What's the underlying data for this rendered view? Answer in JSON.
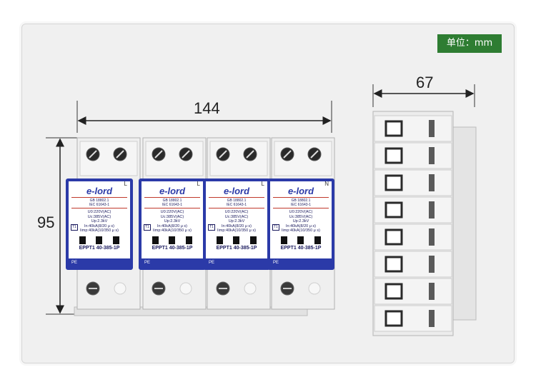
{
  "unit_badge": "单位：mm",
  "dimensions": {
    "width": "144",
    "height": "95",
    "depth": "67"
  },
  "modules": [
    {
      "phase": "L",
      "brand": "e-lord",
      "std1": "GB 18802.1",
      "std2": "IEC 61643-1",
      "spec1": "U0:220V(AC)",
      "spec2": "Uc:385V(AC)",
      "spec3": "Up:2.3kV",
      "spec4": "In:40kA(8/20 μ s)",
      "spec5": "Iimp:40kA(10/350 μ s)",
      "type_mark": "T1",
      "model": "EPPT1 40-385-1P",
      "pe": "PE"
    },
    {
      "phase": "L",
      "brand": "e-lord",
      "std1": "GB 18802.1",
      "std2": "IEC 61643-1",
      "spec1": "U0:220V(AC)",
      "spec2": "Uc:385V(AC)",
      "spec3": "Up:2.3kV",
      "spec4": "In:40kA(8/20 μ s)",
      "spec5": "Iimp:40kA(10/350 μ s)",
      "type_mark": "T1",
      "model": "EPPT1 40-385-1P",
      "pe": "PE"
    },
    {
      "phase": "L",
      "brand": "e-lord",
      "std1": "GB 18802.1",
      "std2": "IEC 61643-1",
      "spec1": "U0:220V(AC)",
      "spec2": "Uc:385V(AC)",
      "spec3": "Up:2.3kV",
      "spec4": "In:40kA(8/20 μ s)",
      "spec5": "Iimp:40kA(10/350 μ s)",
      "type_mark": "T1",
      "model": "EPPT1 40-385-1P",
      "pe": "PE"
    },
    {
      "phase": "N",
      "brand": "e-lord",
      "std1": "GB 18802.1",
      "std2": "IEC 61643-1",
      "spec1": "U0:220V(AC)",
      "spec2": "Uc:385V(AC)",
      "spec3": "Up:2.3kV",
      "spec4": "In:40kA(8/20 μ s)",
      "spec5": "Iimp:40kA(10/350 μ s)",
      "type_mark": "T1",
      "model": "EPPT1 40-385-1P",
      "pe": "PE"
    }
  ],
  "colors": {
    "label_blue": "#2b3aa8",
    "brand_red": "#c0392b",
    "badge_green": "#2e7d32"
  }
}
